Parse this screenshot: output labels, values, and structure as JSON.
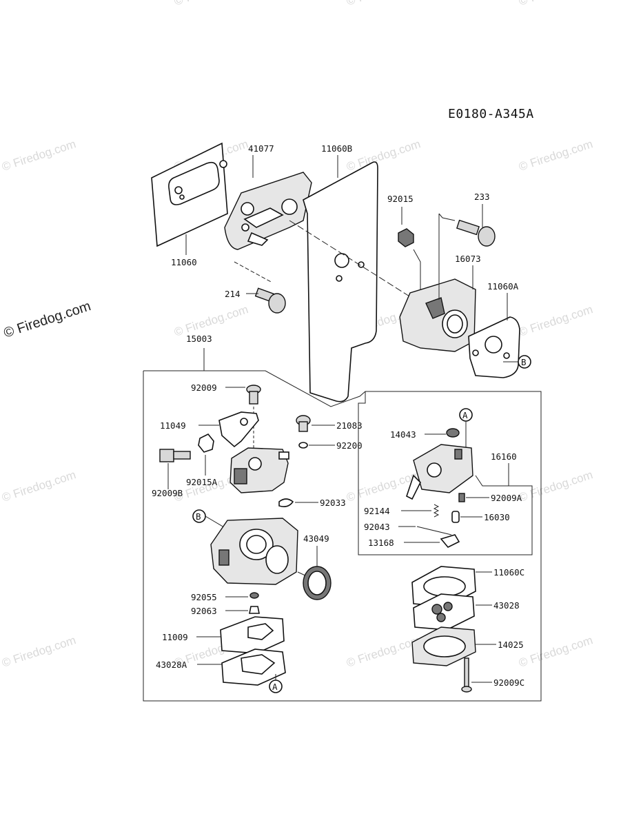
{
  "diagram": {
    "code": "E0180-A345A",
    "watermark_text": "© Firedog.com",
    "callouts": {
      "A": "A",
      "B": "B"
    },
    "labels": {
      "p41077": "41077",
      "p11060B": "11060B",
      "p11060": "11060",
      "p92015": "92015",
      "p233": "233",
      "p16073": "16073",
      "p214": "214",
      "p11060A": "11060A",
      "p15003": "15003",
      "p92009": "92009",
      "p11049": "11049",
      "p21083": "21083",
      "p92200": "92200",
      "p92015A": "92015A",
      "p92009B": "92009B",
      "p92033": "92033",
      "p43049": "43049",
      "p92055": "92055",
      "p92063": "92063",
      "p11009": "11009",
      "p43028A": "43028A",
      "p14043": "14043",
      "p16160": "16160",
      "p92009A": "92009A",
      "p92144": "92144",
      "p16030": "16030",
      "p92043": "92043",
      "p13168": "13168",
      "p11060C": "11060C",
      "p43028": "43028",
      "p14025": "14025",
      "p92009C": "92009C"
    }
  }
}
